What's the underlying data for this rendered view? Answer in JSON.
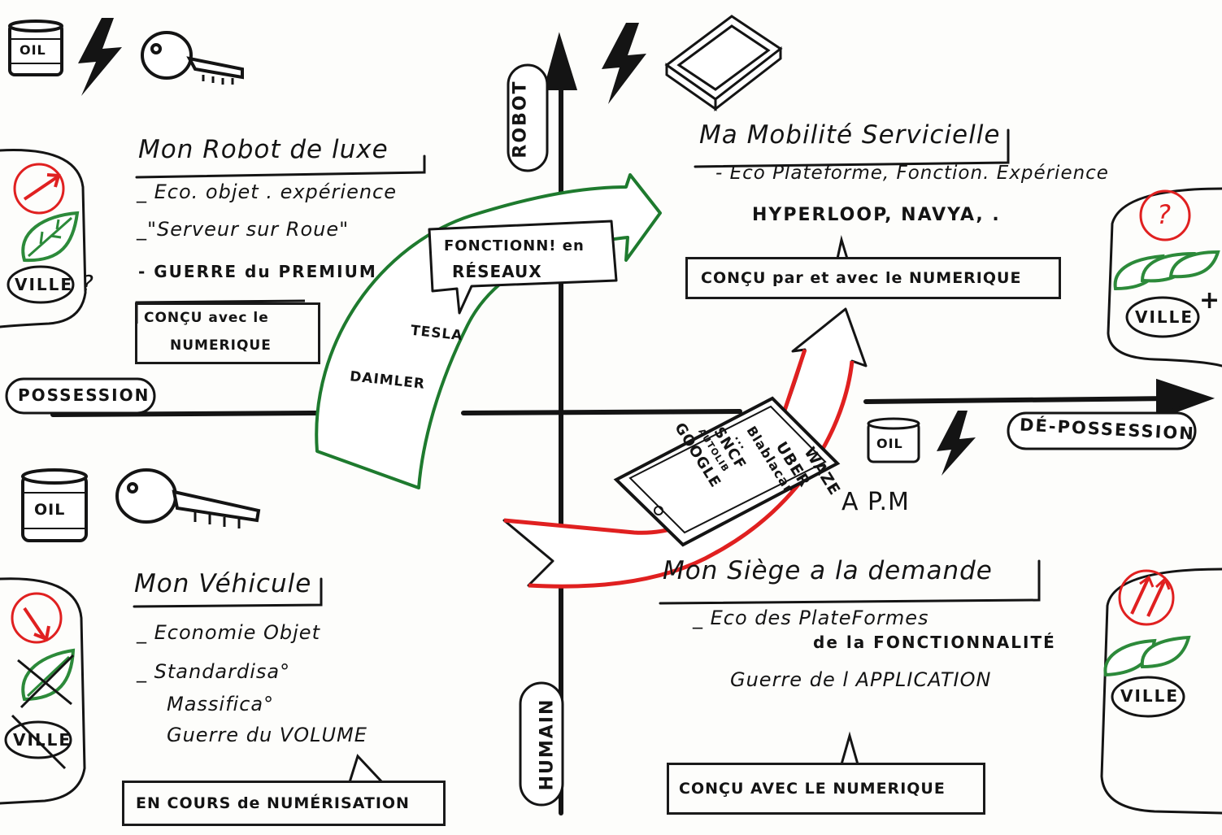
{
  "axes": {
    "top": "ROBOT",
    "bottom": "HUMAIN",
    "left": "POSSESSION",
    "right": "DÉ-POSSESSION"
  },
  "quadrants": {
    "top_left": {
      "title": "Mon Robot de luxe",
      "lines": [
        "_ Eco. objet . expérience",
        "_\"Serveur sur Roue\"",
        "- GUERRE du PREMIUM"
      ],
      "box": [
        "CONÇU avec le",
        "NUMERIQUE"
      ],
      "city": "VILLE",
      "city_suffix": "?"
    },
    "top_right": {
      "title": "Ma Mobilité Servicielle",
      "lines": [
        "- Eco Plateforme, Fonction. Expérience",
        "HYPERLOOP, NAVYA, ."
      ],
      "box": "CONÇU par et avec le NUMERIQUE",
      "city": "VILLE",
      "question": "?",
      "plus": "+"
    },
    "bottom_left": {
      "title": "Mon Véhicule",
      "lines": [
        "_ Economie Objet",
        "_ Standardisa°",
        "Massifica°",
        "Guerre du VOLUME"
      ],
      "box": "EN COURS de NUMÉRISATION",
      "city": "VILLE"
    },
    "bottom_right": {
      "title": "Mon Siège a la demande",
      "lines": [
        "_ Eco    des PlateFormes",
        "de la FONCTIONNALITÉ",
        "Guerre de l APPLICATION"
      ],
      "box": "CONÇU AVEC LE NUMERIQUE",
      "city": "VILLE"
    }
  },
  "center": {
    "bubble": [
      "FONCTIONN! en",
      "RÉSEAUX"
    ],
    "brands": [
      "TESLA",
      "DAIMLER"
    ],
    "apm": "A P.M"
  },
  "phone_apps": [
    "WAZE",
    "UBER",
    "Blablacar",
    "...",
    "SNCF",
    "AUTOLIB",
    "GOOGLE"
  ],
  "oil_label": "OIL",
  "colors": {
    "ink": "#141414",
    "green": "#1e7a2e",
    "red": "#e02020",
    "leaf": "#2c8a3a"
  },
  "icons": [
    "oil-barrel-icon",
    "lightning-icon",
    "key-icon",
    "phone-box-icon",
    "leaf-icon",
    "arrow-up-icon",
    "arrow-down-icon",
    "question-icon",
    "smartphone-icon"
  ]
}
